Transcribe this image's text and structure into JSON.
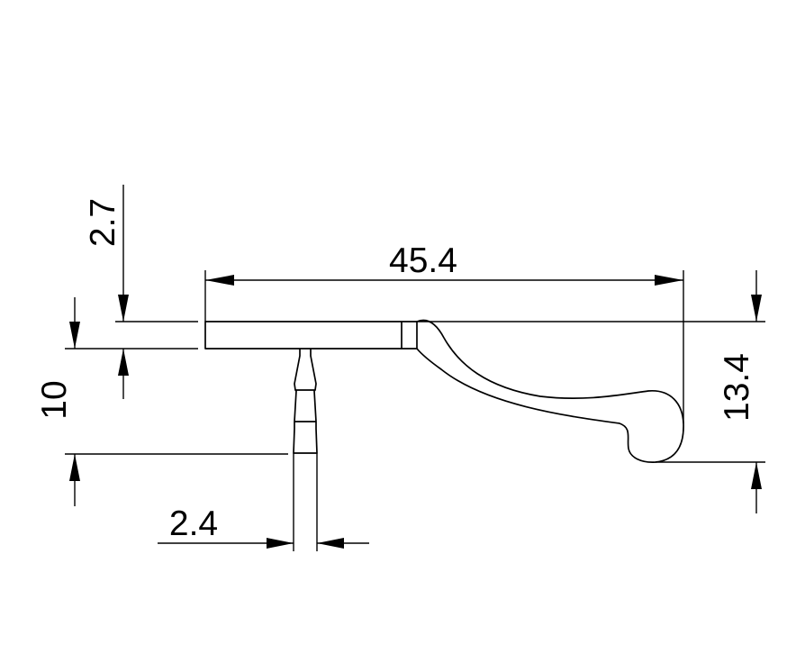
{
  "drawing": {
    "line_color": "#000000",
    "background": "#ffffff",
    "dimensions": {
      "overall_width": "45.4",
      "top_flange_thickness": "2.7",
      "overall_height": "13.4",
      "stem_depth": "10",
      "stem_width": "2.4"
    }
  }
}
